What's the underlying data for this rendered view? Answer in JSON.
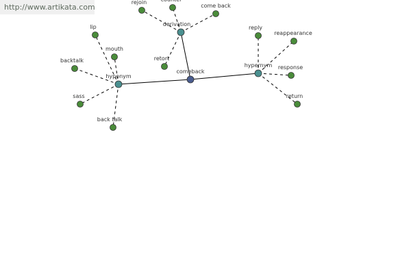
{
  "source_url": "http://www.artikata.com",
  "colors": {
    "root": "#4a5d8f",
    "relation": "#4a9090",
    "leaf": "#4a8c3a",
    "node_stroke": "#333333"
  },
  "graph": {
    "nodes": [
      {
        "id": "comeback",
        "label": "comeback",
        "kind": "root"
      },
      {
        "id": "derivation",
        "label": "derivation",
        "kind": "relation"
      },
      {
        "id": "hyponym",
        "label": "hyponym",
        "kind": "relation"
      },
      {
        "id": "hypernym",
        "label": "hypernym",
        "kind": "relation"
      },
      {
        "id": "rejoin",
        "label": "rejoin",
        "kind": "leaf"
      },
      {
        "id": "counter",
        "label": "counter",
        "kind": "leaf"
      },
      {
        "id": "come-back",
        "label": "come back",
        "kind": "leaf"
      },
      {
        "id": "retort",
        "label": "retort",
        "kind": "leaf"
      },
      {
        "id": "lip",
        "label": "lip",
        "kind": "leaf"
      },
      {
        "id": "mouth",
        "label": "mouth",
        "kind": "leaf"
      },
      {
        "id": "backtalk",
        "label": "backtalk",
        "kind": "leaf"
      },
      {
        "id": "sass",
        "label": "sass",
        "kind": "leaf"
      },
      {
        "id": "back-talk",
        "label": "back talk",
        "kind": "leaf"
      },
      {
        "id": "reply",
        "label": "reply",
        "kind": "leaf"
      },
      {
        "id": "reappearance",
        "label": "reappearance",
        "kind": "leaf"
      },
      {
        "id": "response",
        "label": "response",
        "kind": "leaf"
      },
      {
        "id": "return",
        "label": "return",
        "kind": "leaf"
      }
    ],
    "edges": [
      {
        "from": "comeback",
        "to": "derivation",
        "style": "solid"
      },
      {
        "from": "comeback",
        "to": "hyponym",
        "style": "solid"
      },
      {
        "from": "comeback",
        "to": "hypernym",
        "style": "solid"
      },
      {
        "from": "derivation",
        "to": "rejoin",
        "style": "dashed"
      },
      {
        "from": "derivation",
        "to": "counter",
        "style": "dashed"
      },
      {
        "from": "derivation",
        "to": "come-back",
        "style": "dashed"
      },
      {
        "from": "derivation",
        "to": "retort",
        "style": "dashed"
      },
      {
        "from": "hyponym",
        "to": "lip",
        "style": "dashed"
      },
      {
        "from": "hyponym",
        "to": "mouth",
        "style": "dashed"
      },
      {
        "from": "hyponym",
        "to": "backtalk",
        "style": "dashed"
      },
      {
        "from": "hyponym",
        "to": "sass",
        "style": "dashed"
      },
      {
        "from": "hyponym",
        "to": "back-talk",
        "style": "dashed"
      },
      {
        "from": "hypernym",
        "to": "reply",
        "style": "dashed"
      },
      {
        "from": "hypernym",
        "to": "reappearance",
        "style": "dashed"
      },
      {
        "from": "hypernym",
        "to": "response",
        "style": "dashed"
      },
      {
        "from": "hypernym",
        "to": "return",
        "style": "dashed"
      }
    ]
  }
}
